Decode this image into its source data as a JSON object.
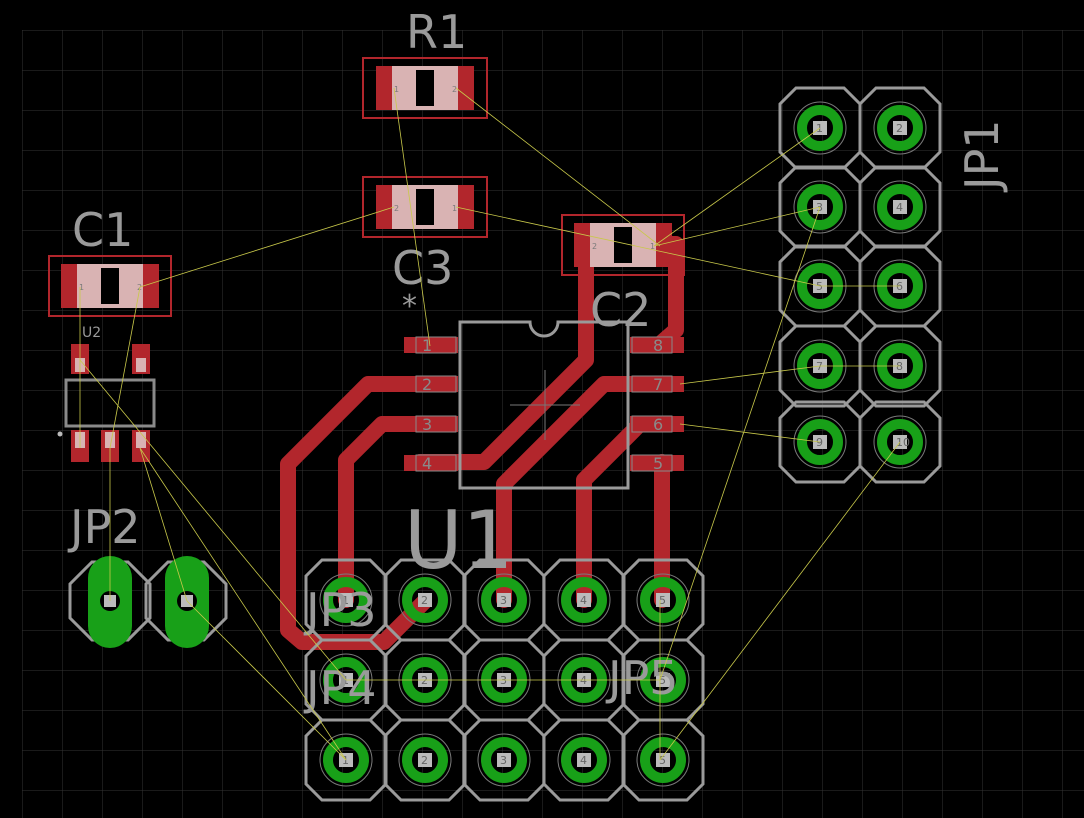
{
  "colors": {
    "background": "#000000",
    "grid": "#3a3a3a",
    "copper": "#b2262c",
    "silk": "#9a9a9a",
    "pad_ring": "#18a018",
    "airwire": "#c8c84a"
  },
  "labels": {
    "r1": "R1",
    "c1": "C1",
    "c2": "C2",
    "c3": "C3",
    "u1": "U1",
    "u2": "U2",
    "jp1": "JP1",
    "jp2": "JP2",
    "jp3": "JP3",
    "jp4": "JP4",
    "jp5": "JP5",
    "star": "*"
  },
  "u1_pins": [
    "1",
    "2",
    "3",
    "4",
    "5",
    "6",
    "7",
    "8"
  ],
  "smd_pin_numbers": {
    "one": "1",
    "two": "2"
  },
  "jp1_pins": [
    "1",
    "2",
    "3",
    "4",
    "5",
    "6",
    "7",
    "8",
    "9",
    "10"
  ],
  "jp345_pins": [
    "1",
    "2",
    "3",
    "4",
    "5"
  ]
}
